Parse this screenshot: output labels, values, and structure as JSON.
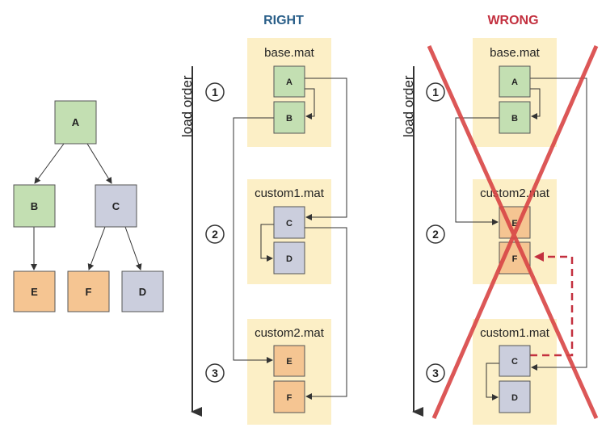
{
  "colors": {
    "green": "#c3dfb2",
    "lavender": "#cbcedd",
    "orange": "#f5c592",
    "file_bg": "#fcefc6",
    "stroke": "#555555",
    "right_heading": "#2a5f89",
    "wrong_heading": "#c3303f",
    "cross": "#d94545"
  },
  "tree": {
    "A": "A",
    "B": "B",
    "C": "C",
    "D": "D",
    "E": "E",
    "F": "F"
  },
  "right": {
    "heading": "RIGHT",
    "axis_label": "load order",
    "steps": [
      "1",
      "2",
      "3"
    ],
    "files": [
      {
        "name": "base.mat",
        "nodes": [
          "A",
          "B"
        ]
      },
      {
        "name": "custom1.mat",
        "nodes": [
          "C",
          "D"
        ]
      },
      {
        "name": "custom2.mat",
        "nodes": [
          "E",
          "F"
        ]
      }
    ]
  },
  "wrong": {
    "heading": "WRONG",
    "axis_label": "load order",
    "steps": [
      "1",
      "2",
      "3"
    ],
    "files": [
      {
        "name": "base.mat",
        "nodes": [
          "A",
          "B"
        ]
      },
      {
        "name": "custom2.mat",
        "nodes": [
          "E",
          "F"
        ]
      },
      {
        "name": "custom1.mat",
        "nodes": [
          "C",
          "D"
        ]
      }
    ]
  }
}
